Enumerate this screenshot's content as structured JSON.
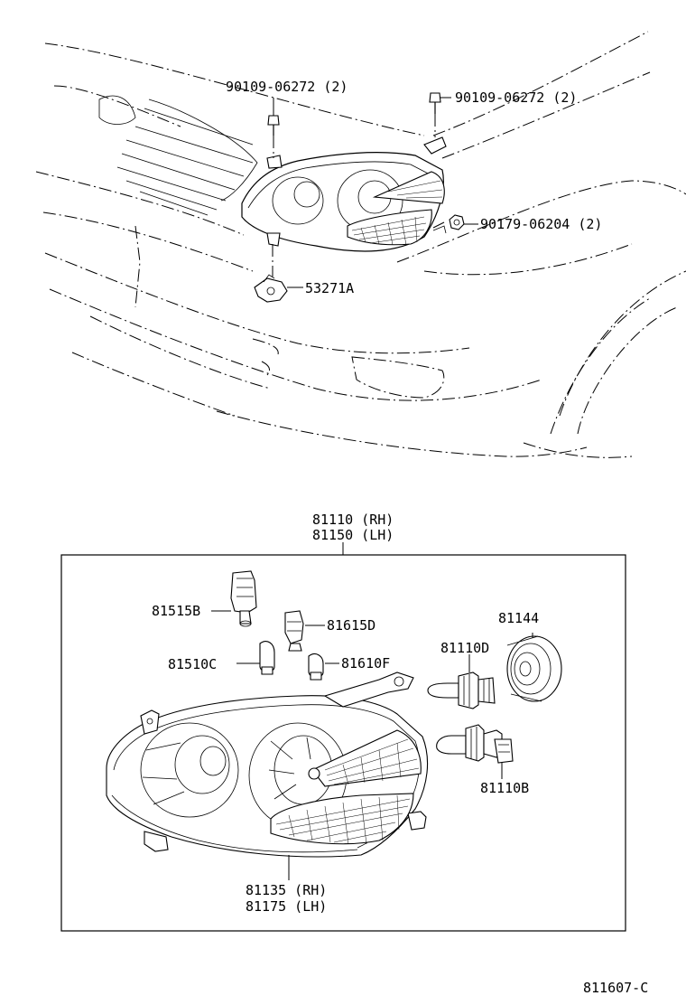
{
  "callouts": {
    "bolt_left": "90109-06272 (2)",
    "bolt_right": "90109-06272 (2)",
    "nut": "90179-06204 (2)",
    "bracket": "53271A",
    "assy_rh": "81110 (RH)",
    "assy_lh": "81150 (LH)",
    "socket_81515B": "81515B",
    "socket_81615D": "81615D",
    "bulb_81510C": "81510C",
    "bulb_81610F": "81610F",
    "cover_81144": "81144",
    "bulb_81110D": "81110D",
    "bulb_81110B": "81110B",
    "housing_rh": "81135 (RH)",
    "housing_lh": "81175 (LH)"
  },
  "diagram_id": "811607-C"
}
